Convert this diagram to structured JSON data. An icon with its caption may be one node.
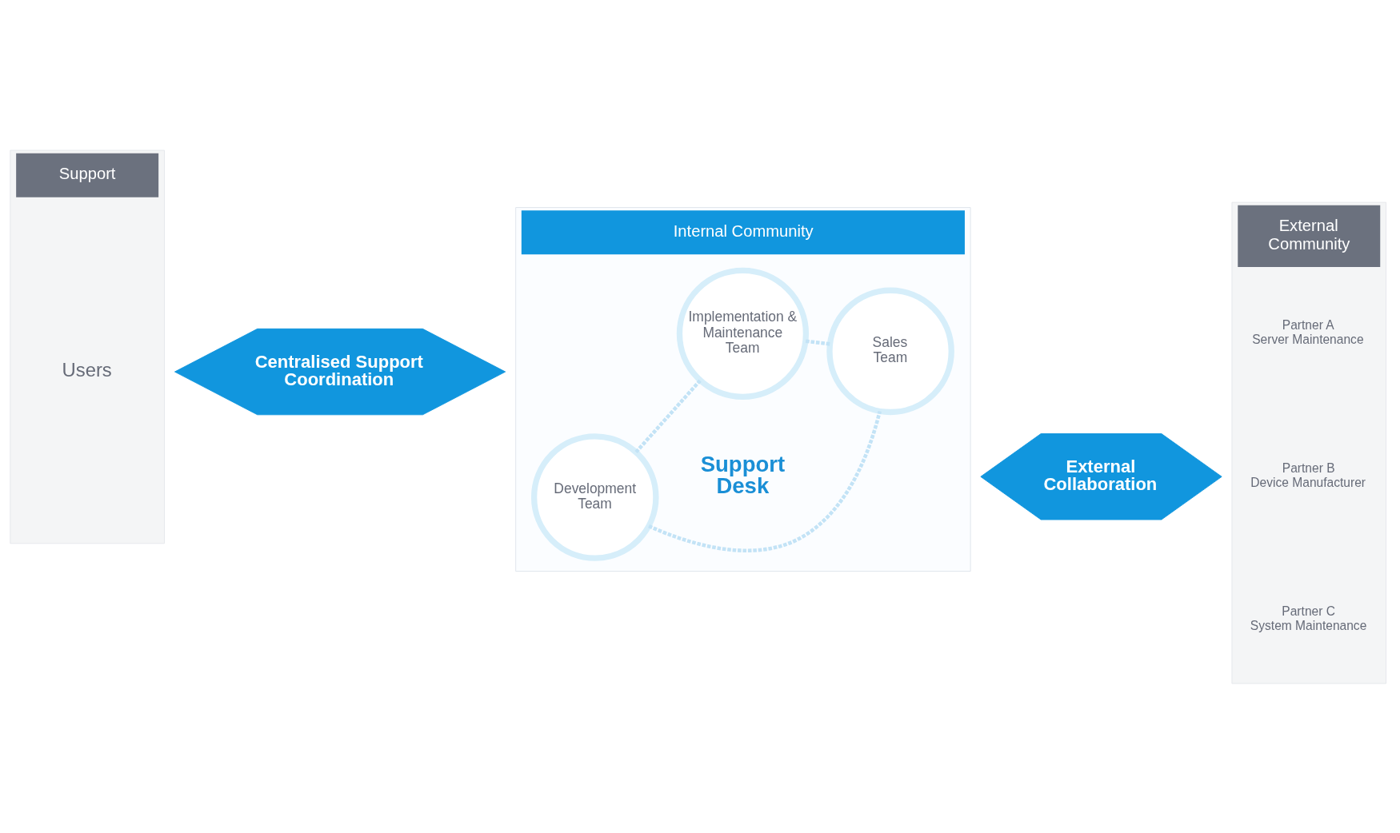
{
  "diagram": {
    "nodes": [
      {
        "text": [
          "Support"
        ]
      },
      {
        "text": [
          "Internal Community"
        ]
      },
      {
        "text": [
          "External Community"
        ]
      },
      {
        "text": [
          "Users"
        ],
        "in": 0
      },
      {
        "text": [
          "Centralised Support Coordination"
        ]
      },
      {
        "text": [
          "Implementation & Maintenance Team"
        ],
        "in": 1
      },
      {
        "text": [
          "Support Desk"
        ],
        "in": 1
      },
      {
        "text": [
          "External Collaboration"
        ]
      },
      {
        "text": [
          "Development Team"
        ],
        "in": 1
      },
      {
        "text": [
          "Sales Team"
        ],
        "in": 1
      },
      {
        "text": [
          "Partner A",
          "Server Maintenance"
        ],
        "in": 2
      },
      {
        "text": [
          "Partner B",
          "Device Manufacturer"
        ],
        "in": 2
      },
      {
        "text": [
          "Partner C",
          "System Maintenance"
        ],
        "in": 2
      }
    ],
    "edges": [
      {
        "from": 5,
        "to": 9,
        "arrow": "none",
        "style": "dashed"
      },
      {
        "from": 8,
        "to": 9,
        "arrow": "none",
        "style": "dashed"
      },
      {
        "from": 8,
        "to": 5,
        "arrow": "none",
        "style": "dashed"
      }
    ]
  }
}
